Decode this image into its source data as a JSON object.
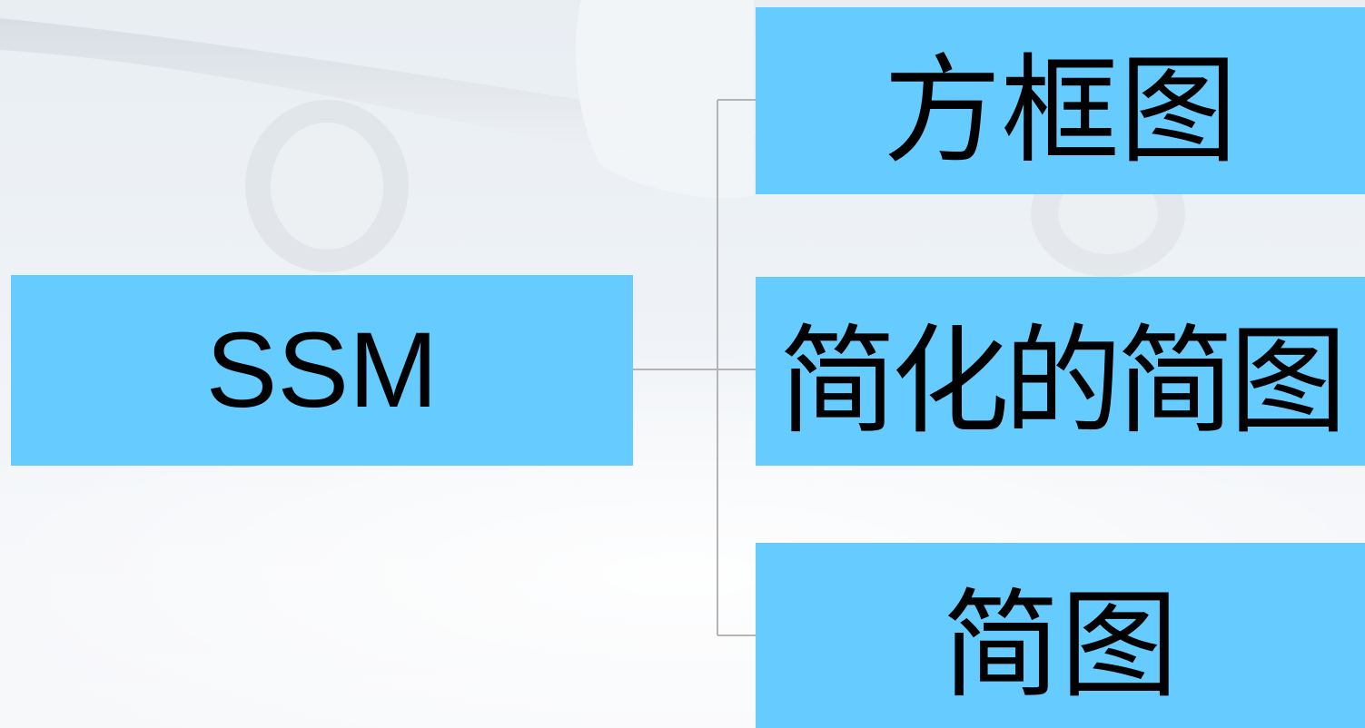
{
  "colors": {
    "box_fill": "#66ccff",
    "connector": "#b4b4b4",
    "text": "#000000"
  },
  "background": {
    "subject": "airplane-icon"
  },
  "diagram": {
    "root": {
      "label": "SSM"
    },
    "children": [
      {
        "label": "方框图"
      },
      {
        "label": "简化的简图"
      },
      {
        "label": "简图"
      }
    ]
  }
}
